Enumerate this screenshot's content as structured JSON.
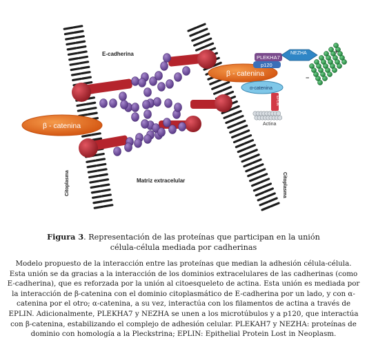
{
  "figure": {
    "labels": {
      "ecadherina": "E-cadherina",
      "beta_catenina_left": "β - catenina",
      "beta_catenina_right": "β - catenina",
      "plekha7": "PLEKHA7",
      "p120": "p120",
      "nezha": "NEZHA",
      "alfa_catenina": "α-catenina",
      "eplin": "EPLIN",
      "actina": "Actina",
      "matriz": "Matriz extracelular",
      "citoplasma_left": "Citoplasma",
      "citoplasma_right": "Citoplasma",
      "plus_sign": "+",
      "minus_sign": "−"
    },
    "colors": {
      "membrane": "#1c1c1c",
      "cadherin": "#b5242c",
      "domain": "#7a56a8",
      "beta_catenin": "#ec6a1e",
      "plekha7": "#7a4a8c",
      "p120": "#3a6fb8",
      "nezha": "#2f86c6",
      "alpha_catenin": "#7fc7e8",
      "eplin": "#d23a45",
      "actin": "#d8dde2",
      "microtubule": "#2a9a48"
    }
  },
  "caption": {
    "label": "Figura 3",
    "title_text": ". Representación de las proteínas que participan en la unión célula-célula mediada por cadherinas",
    "body": "Modelo propuesto de la interacción entre las proteínas que median la adhesión célula-célula. Esta unión se da gracias a la interacción de los dominios extracelulares de las cadherinas (como E-cadherina), que es reforzada por la unión al citoesqueleto de actina. Esta unión es mediada por la interacción de β-catenina con el dominio citoplasmático de E-cadherina por un lado, y con α-catenina por el otro; α-catenina, a su vez, interactúa con los filamentos de actina a través de EPLIN. Adicionalmente, PLEKHA7 y NEZHA se unen a los microtúbulos y a p120, que interactúa con β-catenina, estabilizando el complejo de adhesión celular. PLEKAH7 y NEZHA: proteínas de dominio con homología a la Pleckstrina; EPLIN: Epithelial Protein Lost in Neoplasm."
  }
}
